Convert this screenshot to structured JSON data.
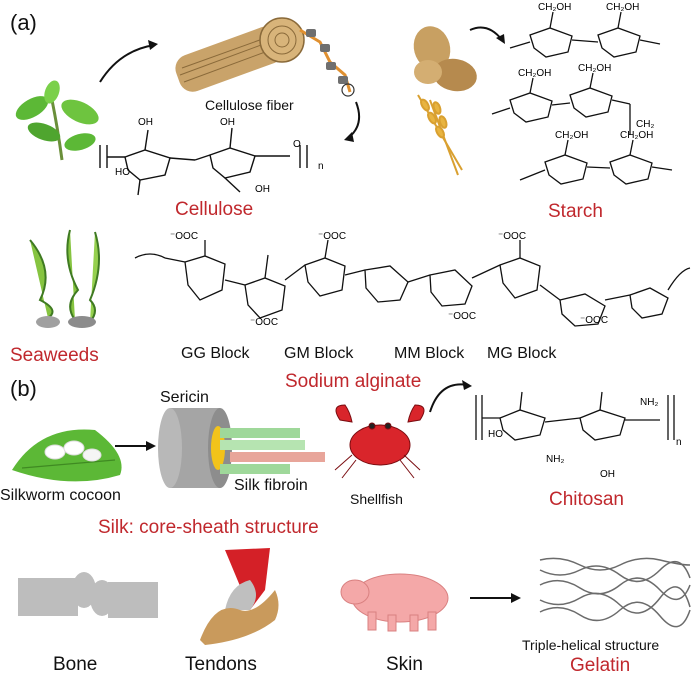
{
  "panel_a": {
    "label": "(a)",
    "cellulose_fiber_label": "Cellulose fiber",
    "cellulose_label": "Cellulose",
    "starch_label": "Starch",
    "seaweeds_label": "Seaweeds",
    "blocks": [
      "GG Block",
      "GM Block",
      "MM Block",
      "MG Block"
    ],
    "alginate_label": "Sodium alginate"
  },
  "panel_b": {
    "label": "(b)",
    "sericin_label": "Sericin",
    "cocoon_label": "Silkworm cocoon",
    "fibroin_label": "Silk fibroin",
    "silk_label": "Silk: core-sheath structure",
    "shellfish_label": "Shellfish",
    "chitosan_label": "Chitosan",
    "bone_label": "Bone",
    "tendons_label": "Tendons",
    "skin_label": "Skin",
    "helix_label": "Triple-helical structure",
    "gelatin_label": "Gelatin"
  },
  "chem": {
    "oh": "OH",
    "ch2oh": "CH₂OH",
    "ch2": "CH₂",
    "coo": "⁻OOC",
    "coo2": "⁻OOC",
    "nh2": "NH₂",
    "n": "n",
    "o": "O",
    "ho": "HO"
  },
  "colors": {
    "accent_red": "#c0282d",
    "leaf_green": "#5cb836",
    "seaweed_green": "#86c440",
    "crab_red": "#d9252b",
    "pig_pink": "#f4a8a8"
  }
}
